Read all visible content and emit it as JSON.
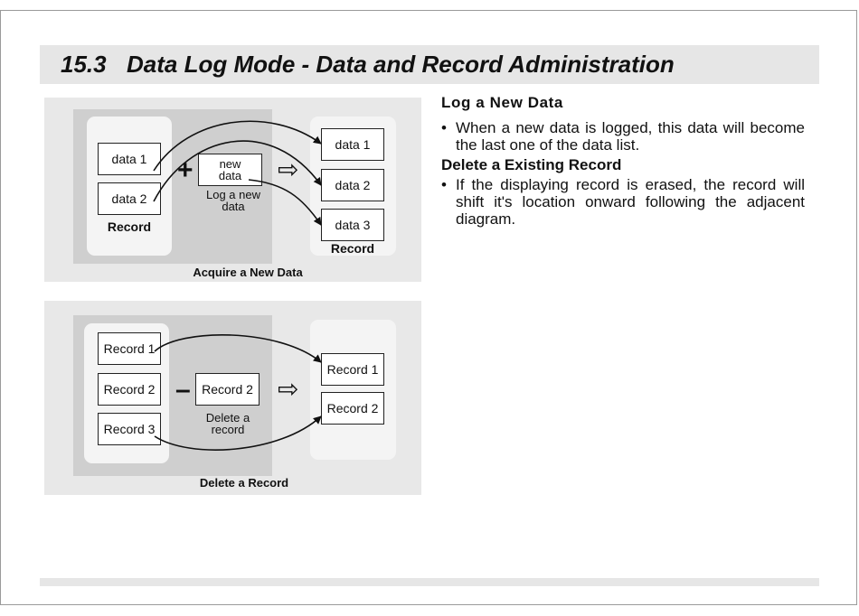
{
  "header": {
    "section_number": "15.3",
    "title": "Data Log Mode - Data and Record Administration"
  },
  "diagram_new": {
    "record_items": [
      "data 1",
      "data 2"
    ],
    "record_label": "Record",
    "operator": "+",
    "new_item": "new data",
    "new_label": "Log a new data",
    "arrow_symbol": "⇨",
    "result_items": [
      "data 1",
      "data 2",
      "data 3"
    ],
    "result_label": "Record",
    "caption": "Acquire a New Data"
  },
  "diagram_delete": {
    "record_items": [
      "Record 1",
      "Record 2",
      "Record 3"
    ],
    "operator": "–",
    "deleted_item": "Record 2",
    "deleted_label": "Delete a record",
    "arrow_symbol": "⇨",
    "result_items": [
      "Record  1",
      "Record 2"
    ],
    "caption": "Delete a Record"
  },
  "text": {
    "heading_log": "Log a New Data",
    "bullet_log": "When a new data is logged, this data will become the last one of the data list.",
    "heading_delete": "Delete a Existing Record",
    "bullet_delete": "If the displaying record is erased, the record will shift it's location onward following the adjacent diagram."
  }
}
